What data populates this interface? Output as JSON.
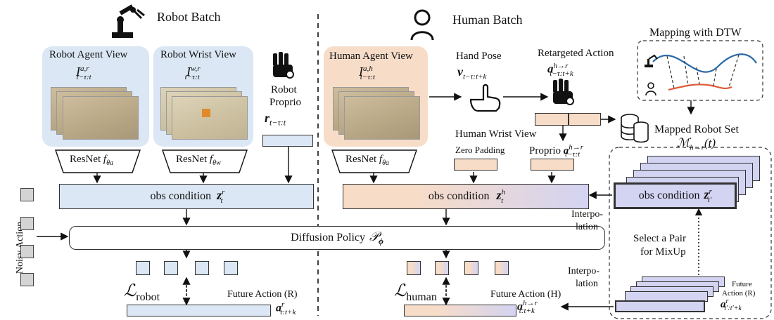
{
  "robot_batch": {
    "title": "Robot Batch",
    "agent_view_label": "Robot Agent View",
    "agent_view_symbol": "I",
    "agent_view_sup": "a,r",
    "agent_view_sub": "t−τ:t",
    "wrist_view_label": "Robot Wrist View",
    "wrist_view_symbol": "I",
    "wrist_view_sup": "w,r",
    "wrist_view_sub": "t−τ:t",
    "proprio_label_1": "Robot",
    "proprio_label_2": "Proprio",
    "proprio_symbol": "r",
    "proprio_sub": "t−τ:t",
    "resnet_agent": "ResNet",
    "resnet_agent_fn": "f",
    "resnet_agent_sub": "θa",
    "resnet_wrist": "ResNet",
    "resnet_wrist_fn": "f",
    "resnet_wrist_sub": "θw",
    "obs_condition": "obs condition",
    "obs_symbol": "z",
    "obs_sup": "r",
    "obs_sub": "t",
    "loss": "ℒ",
    "loss_sub": "robot",
    "future_action": "Future Action (R)",
    "future_symbol": "a",
    "future_sup": "r",
    "future_sub": "t:t+k"
  },
  "human_batch": {
    "title": "Human Batch",
    "agent_view_label": "Human Agent View",
    "agent_view_symbol": "I",
    "agent_view_sup": "a,h",
    "agent_view_sub": "t−τ:t",
    "hand_pose_label": "Hand Pose",
    "hand_pose_symbol": "v",
    "hand_pose_sub": "t−τ:t+k",
    "retargeted_label": "Retargeted Action",
    "retargeted_symbol": "a",
    "retargeted_sup": "h→r",
    "retargeted_sub": "t−τ:t+k",
    "wrist_view_label": "Human Wrist View",
    "zero_padding": "Zero Padding",
    "proprio_label": "Proprio",
    "proprio_symbol": "a",
    "proprio_sup": "h→r",
    "proprio_sub": "t−τ:t",
    "resnet_agent": "ResNet",
    "resnet_agent_fn": "f",
    "resnet_agent_sub": "θa",
    "obs_condition": "obs condition",
    "obs_symbol": "z",
    "obs_sup": "h",
    "obs_sub": "t",
    "loss": "ℒ",
    "loss_sub": "human",
    "future_action": "Future Action (H)",
    "future_symbol": "a",
    "future_sup": "h→r",
    "future_sub": "t:t+k"
  },
  "mapping": {
    "title": "Mapping with DTW",
    "mapped_set_label": "Mapped Robot Set",
    "mapped_set_symbol": "ℳ",
    "mapped_set_sub": "h→r",
    "mapped_set_arg": "(t)",
    "obs_condition": "obs condition",
    "obs_symbol": "z",
    "obs_sup": "r",
    "obs_sub": "t′",
    "interp_top_1": "Interpo-",
    "interp_top_2": "lation",
    "interp_bottom_1": "Interpo-",
    "interp_bottom_2": "lation",
    "select_pair_1": "Select a Pair",
    "select_pair_2": "for MixUp",
    "future_label": "Future",
    "future_label_2": "Action (R)",
    "future_symbol": "a",
    "future_sup": "r",
    "future_sub": "t′:t′+k"
  },
  "diffusion": {
    "label": "Diffusion Policy",
    "symbol": "𝒫",
    "sub": "ϕ",
    "noisy_action": "Noisy Action"
  },
  "colors": {
    "robot_blue": "#dbe7f4",
    "human_peach": "#f7dcc8",
    "mapped_lavender": "#d3d3f2",
    "curve_blue": "#2b6aa6",
    "curve_red": "#e0593a"
  }
}
